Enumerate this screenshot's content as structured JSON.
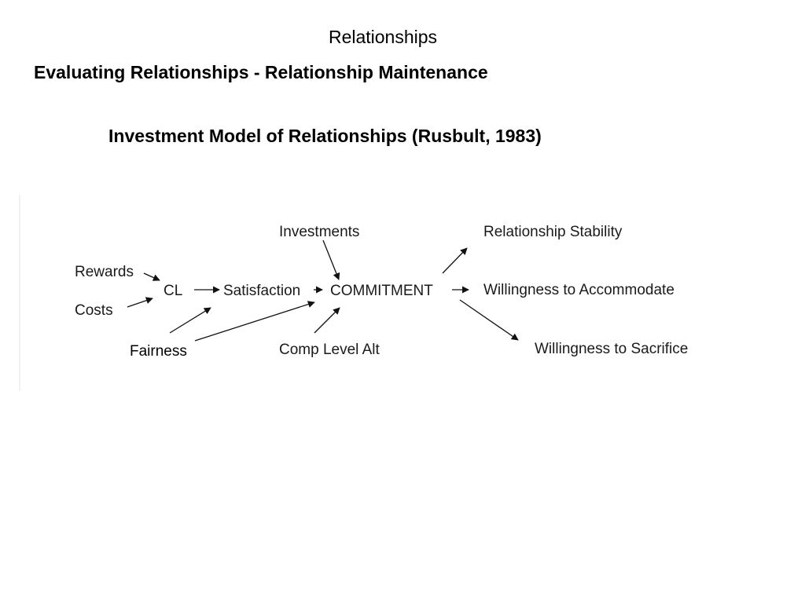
{
  "slide": {
    "title": "Relationships",
    "subtitle": "Evaluating Relationships - Relationship Maintenance"
  },
  "diagram": {
    "title": "Investment Model of Relationships (Rusbult, 1983)",
    "nodes": {
      "rewards": "Rewards",
      "costs": "Costs",
      "cl": "CL",
      "satisfaction": "Satisfaction",
      "fairness": "Fairness",
      "investments": "Investments",
      "commitment": "COMMITMENT",
      "comp_level_alt": "Comp Level Alt",
      "relationship_stability": "Relationship Stability",
      "willingness_to_accommodate": "Willingness to Accommodate",
      "willingness_to_sacrifice": "Willingness to Sacrifice"
    },
    "edges": [
      {
        "from": "Rewards",
        "to": "CL"
      },
      {
        "from": "Costs",
        "to": "CL"
      },
      {
        "from": "CL",
        "to": "Satisfaction"
      },
      {
        "from": "Fairness",
        "to": "Satisfaction"
      },
      {
        "from": "Fairness",
        "to": "COMMITMENT"
      },
      {
        "from": "Satisfaction",
        "to": "COMMITMENT"
      },
      {
        "from": "Investments",
        "to": "COMMITMENT"
      },
      {
        "from": "Comp Level Alt",
        "to": "COMMITMENT"
      },
      {
        "from": "COMMITMENT",
        "to": "Relationship Stability"
      },
      {
        "from": "COMMITMENT",
        "to": "Willingness to Accommodate"
      },
      {
        "from": "COMMITMENT",
        "to": "Willingness to Sacrifice"
      }
    ]
  }
}
